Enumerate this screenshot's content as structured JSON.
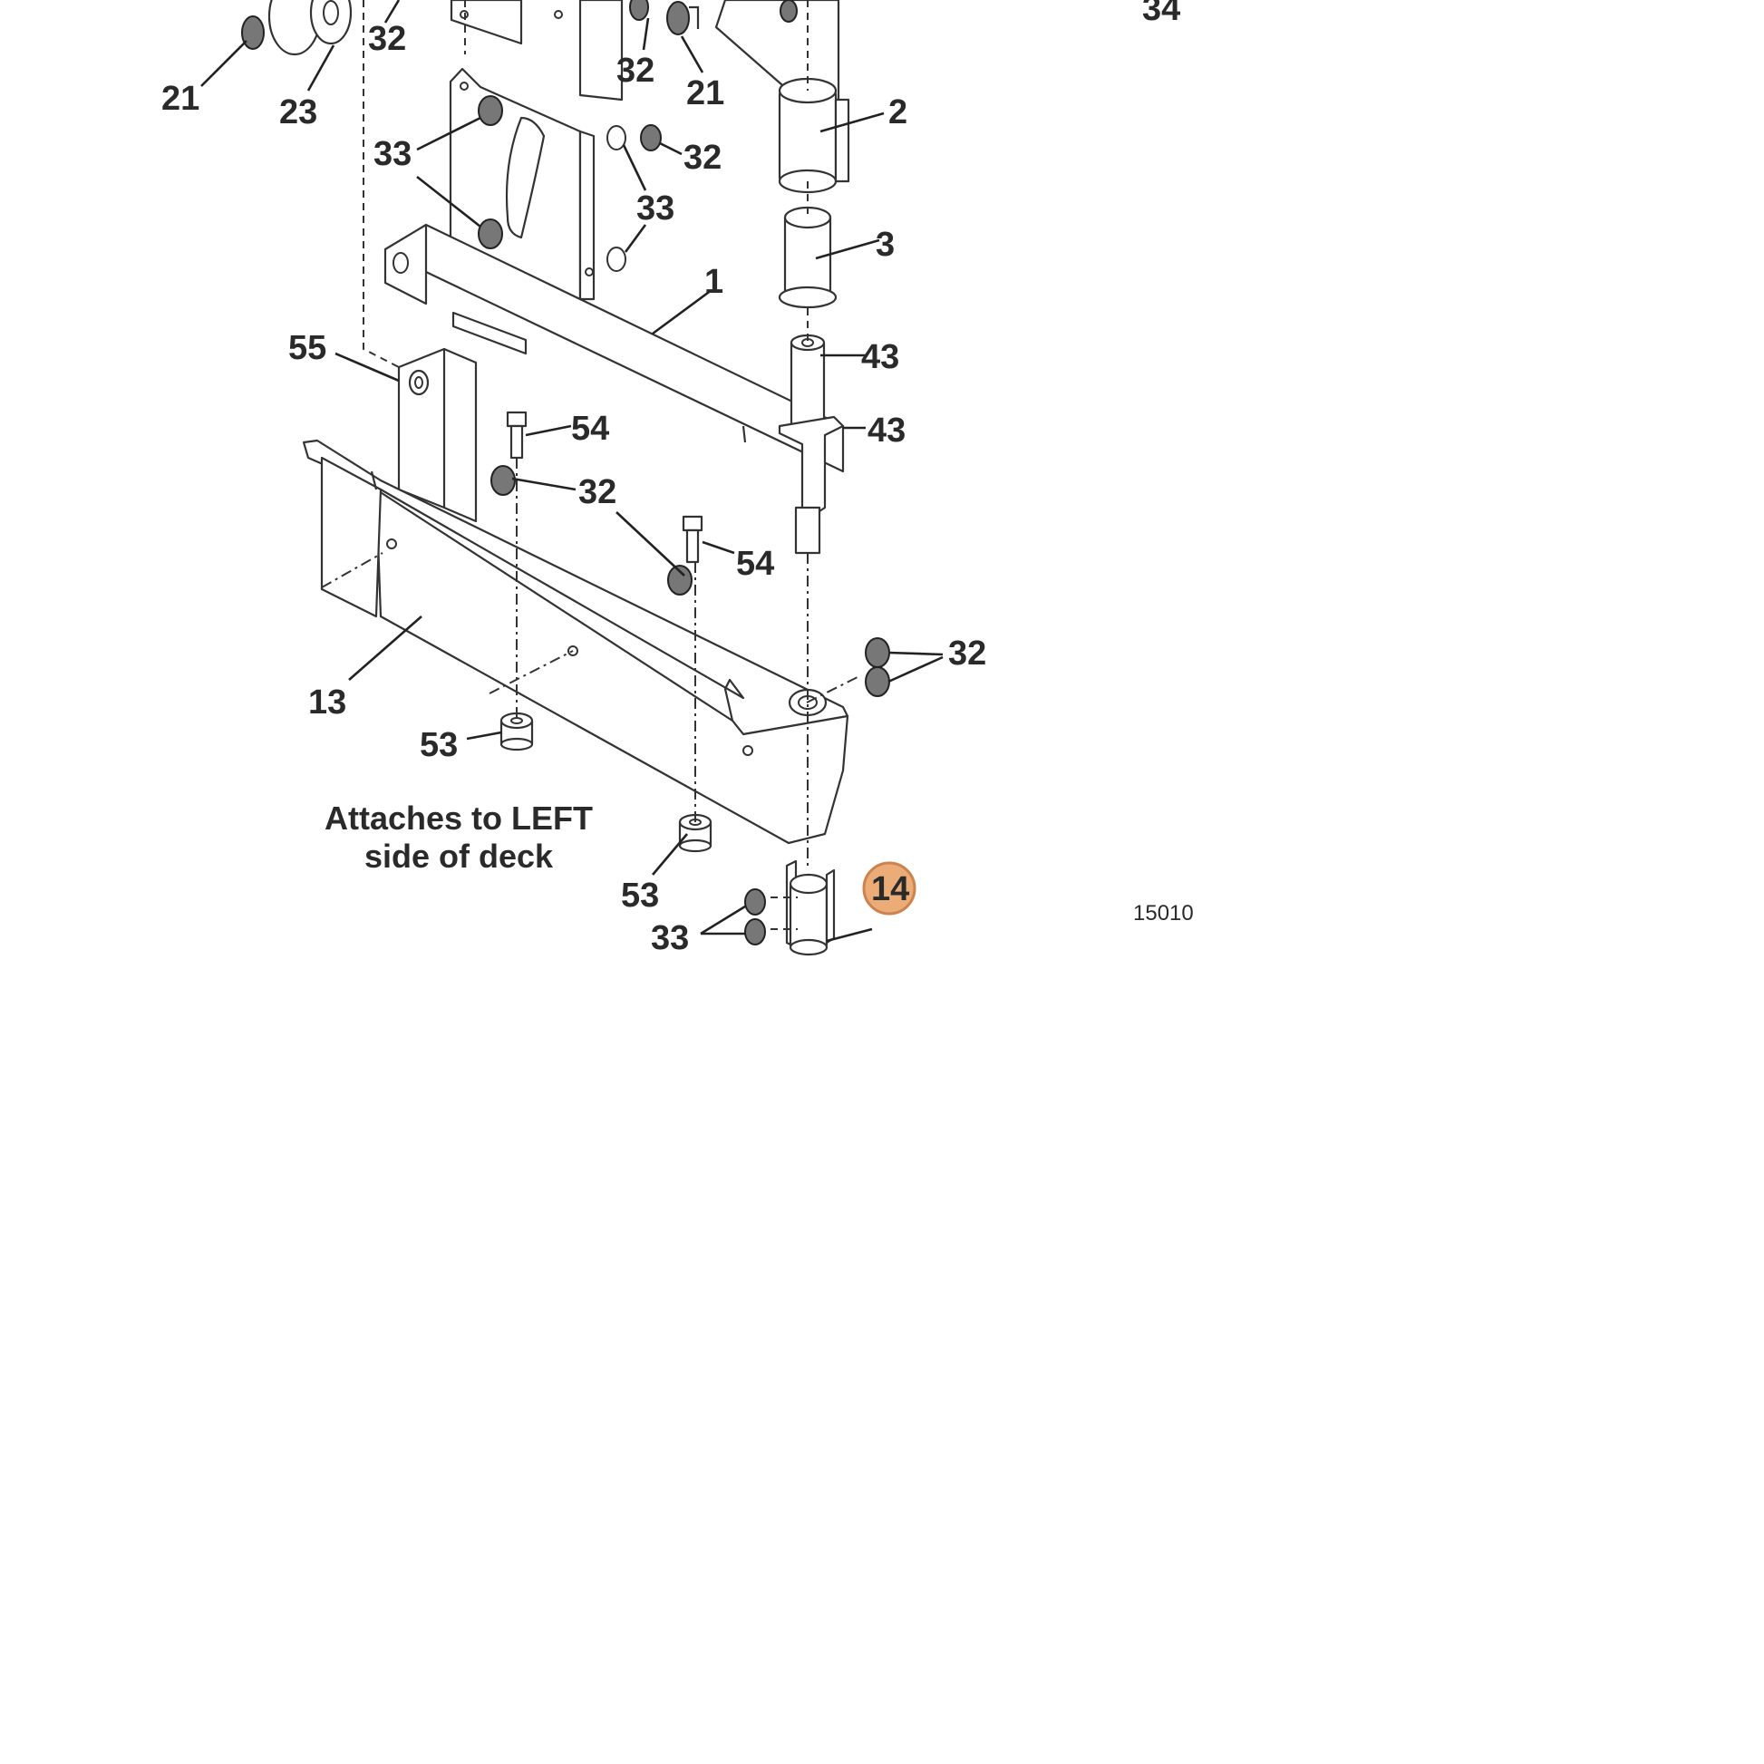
{
  "diagram": {
    "callouts": {
      "c21a": "21",
      "c23": "23",
      "c32a": "32",
      "c32b": "32",
      "c21b": "21",
      "c34": "34",
      "c2": "2",
      "c33a": "33",
      "c32c": "32",
      "c33b": "33",
      "c3": "3",
      "c1": "1",
      "c55": "55",
      "c43a": "43",
      "c43b": "43",
      "c54a": "54",
      "c32d": "32",
      "c54b": "54",
      "c32e": "32",
      "c13": "13",
      "c53a": "53",
      "c53b": "53",
      "c33c": "33",
      "c14": "14"
    },
    "note": {
      "line1": "Attaches to LEFT",
      "line2": "side of deck"
    },
    "figure_number": "15010",
    "highlight": {
      "callout": "14",
      "color": "#e9a46a"
    }
  }
}
